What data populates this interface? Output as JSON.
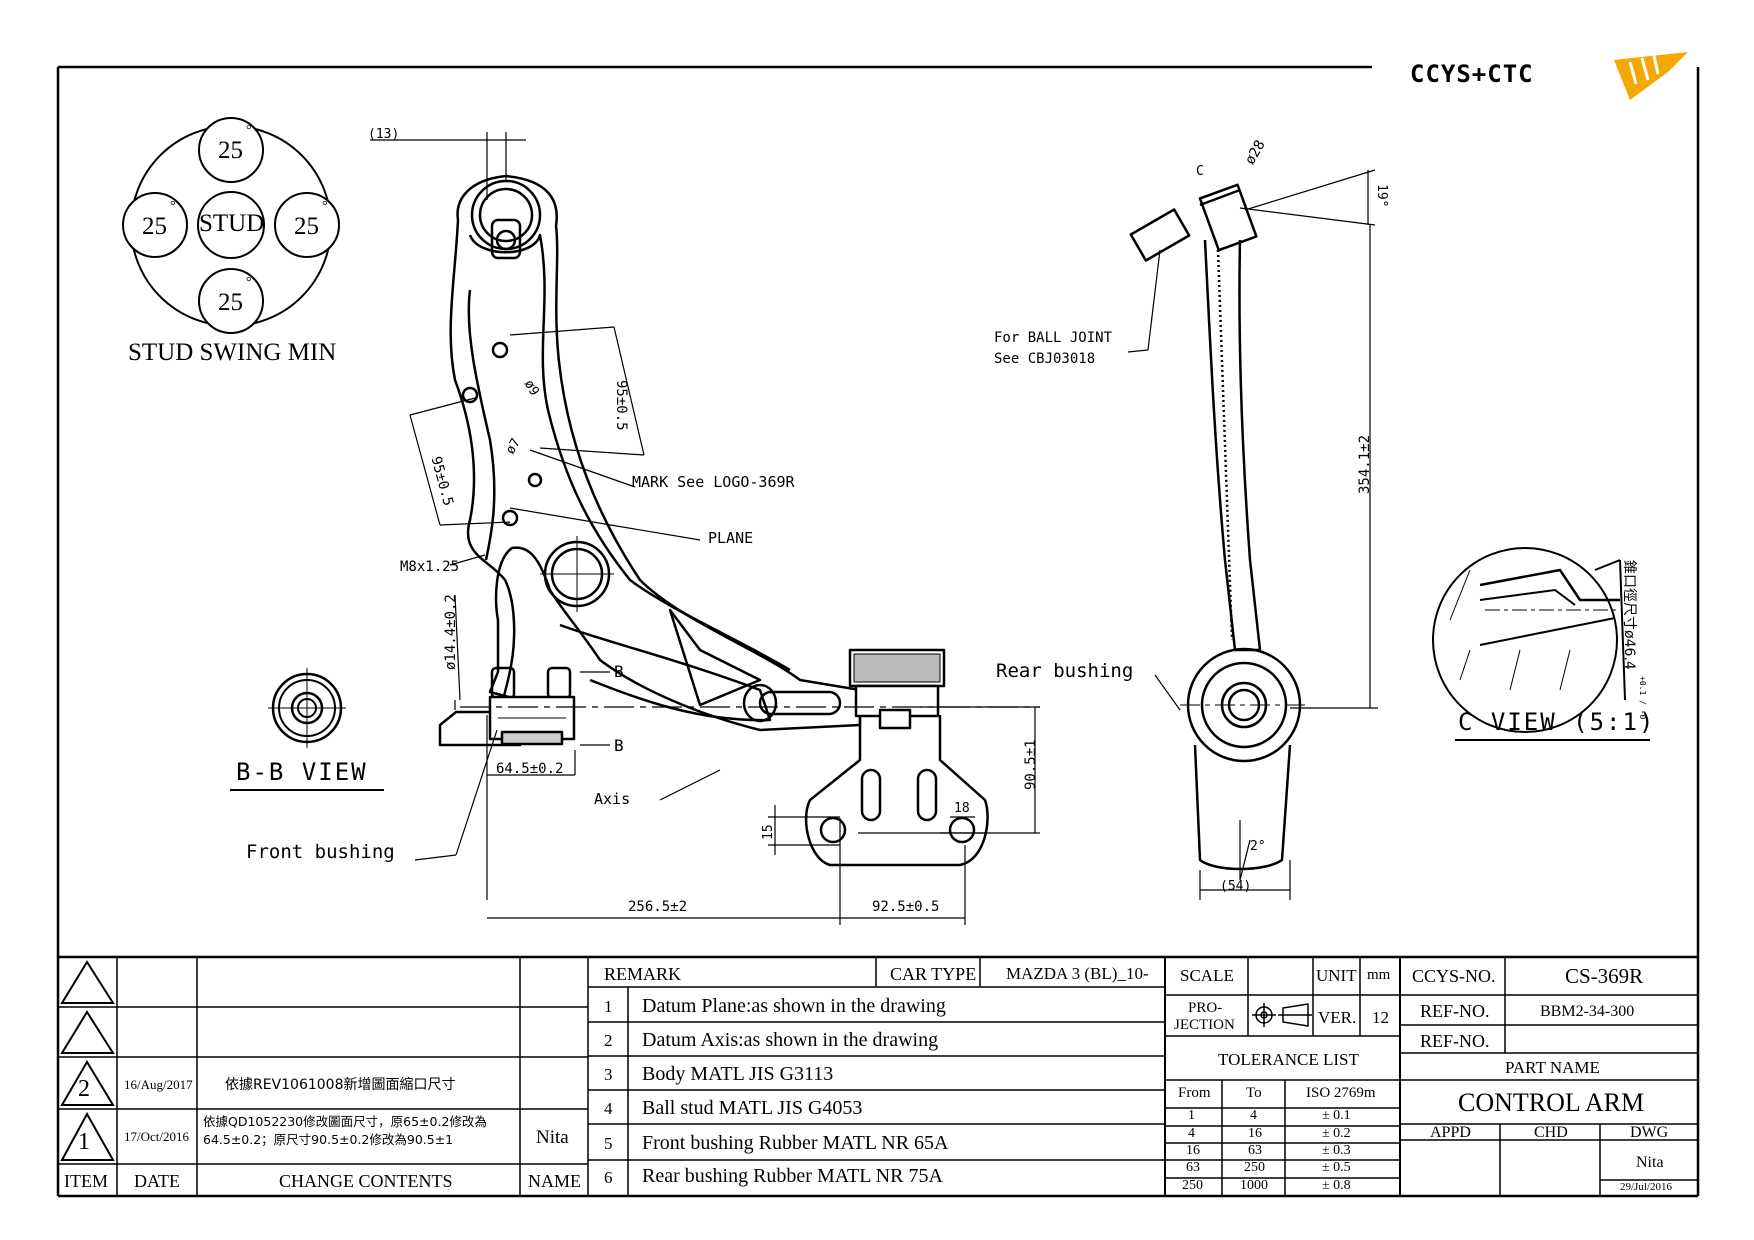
{
  "logo_text": "CCYS+CTC",
  "stud_swing": {
    "center": "STUD",
    "angles": [
      "25",
      "25",
      "25",
      "25"
    ],
    "degree": "°",
    "caption": "STUD SWING MIN"
  },
  "views": {
    "bb": "B-B VIEW",
    "c": "C VIEW (5:1)"
  },
  "labels": {
    "dim_13": "(13)",
    "dim_95_upper": "95±0.5",
    "dim_95_lower": "95±0.5",
    "dia_9": "ø9",
    "dia_7": "ø7",
    "mark": "MARK See LOGO-369R",
    "plane": "PLANE",
    "thread": "M8x1.25",
    "dia_14": "ø14.4±0.2",
    "sect_b1": "B",
    "sect_b2": "B",
    "dim_64": "64.5±0.2",
    "axis": "Axis",
    "front_bushing": "Front bushing",
    "rear_bushing": "Rear bushing",
    "dim_90": "90.5±1",
    "dim_15": "15",
    "dim_18": "18",
    "dim_256": "256.5±2",
    "dim_92": "92.5±0.5",
    "c_mark": "C",
    "dia_28": "ø28",
    "angle_19": "19°",
    "ball_joint_1": "For BALL JOINT",
    "ball_joint_2": "See CBJ03018",
    "dim_354": "354.1±2",
    "angle_2": "2°",
    "dim_54": "(54)",
    "c_view_dim": "錐口徑尺寸ø46.4",
    "c_view_tol": "+0.1 / -0"
  },
  "revisions": {
    "header": {
      "item": "ITEM",
      "date": "DATE",
      "contents": "CHANGE CONTENTS",
      "name": "NAME"
    },
    "rows": [
      {
        "item": "",
        "date": "",
        "contents": "",
        "name": ""
      },
      {
        "item": "",
        "date": "",
        "contents": "",
        "name": ""
      },
      {
        "item": "2",
        "date": "16/Aug/2017",
        "contents": "依據REV1061008新增圖面縮口尺寸",
        "name": ""
      },
      {
        "item": "1",
        "date": "17/Oct/2016",
        "contents": "依據QD1052230修改圖面尺寸，原65±0.2修改為",
        "contents2": "64.5±0.2；原尺寸90.5±0.2修改為90.5±1",
        "name": "Nita"
      }
    ]
  },
  "remarks": {
    "header": "REMARK",
    "car_type_label": "CAR TYPE",
    "car_type_value": "MAZDA 3 (BL)_10-",
    "items": [
      {
        "no": "1",
        "text": "Datum Plane:as shown in the drawing"
      },
      {
        "no": "2",
        "text": "Datum Axis:as shown in the drawing"
      },
      {
        "no": "3",
        "text": "Body MATL JIS G3113"
      },
      {
        "no": "4",
        "text": "Ball stud MATL JIS G4053"
      },
      {
        "no": "5",
        "text": "Front bushing Rubber MATL NR 65A"
      },
      {
        "no": "6",
        "text": "Rear bushing Rubber MATL NR 75A"
      }
    ]
  },
  "info": {
    "scale_label": "SCALE",
    "scale_value": "",
    "unit_label": "UNIT",
    "unit_value": "mm",
    "projection_label_1": "PRO-",
    "projection_label_2": "JECTION",
    "ver_label": "VER.",
    "ver_value": "12",
    "tolerance_title": "TOLERANCE LIST",
    "tol_header": {
      "from": "From",
      "to": "To",
      "iso": "ISO 2769m"
    },
    "tolerances": [
      {
        "from": "1",
        "to": "4",
        "tol": "± 0.1"
      },
      {
        "from": "4",
        "to": "16",
        "tol": "± 0.2"
      },
      {
        "from": "16",
        "to": "63",
        "tol": "± 0.3"
      },
      {
        "from": "63",
        "to": "250",
        "tol": "± 0.5"
      },
      {
        "from": "250",
        "to": "1000",
        "tol": "± 0.8"
      }
    ]
  },
  "title_block": {
    "ccys_label": "CCYS-NO.",
    "ccys_value": "CS-369R",
    "ref1_label": "REF-NO.",
    "ref1_value": "BBM2-34-300",
    "ref2_label": "REF-NO.",
    "ref2_value": "",
    "part_name_label": "PART NAME",
    "part_name": "CONTROL ARM",
    "appd": "APPD",
    "chd": "CHD",
    "dwg": "DWG",
    "dwg_name": "Nita",
    "dwg_date": "29/Jul/2016"
  }
}
